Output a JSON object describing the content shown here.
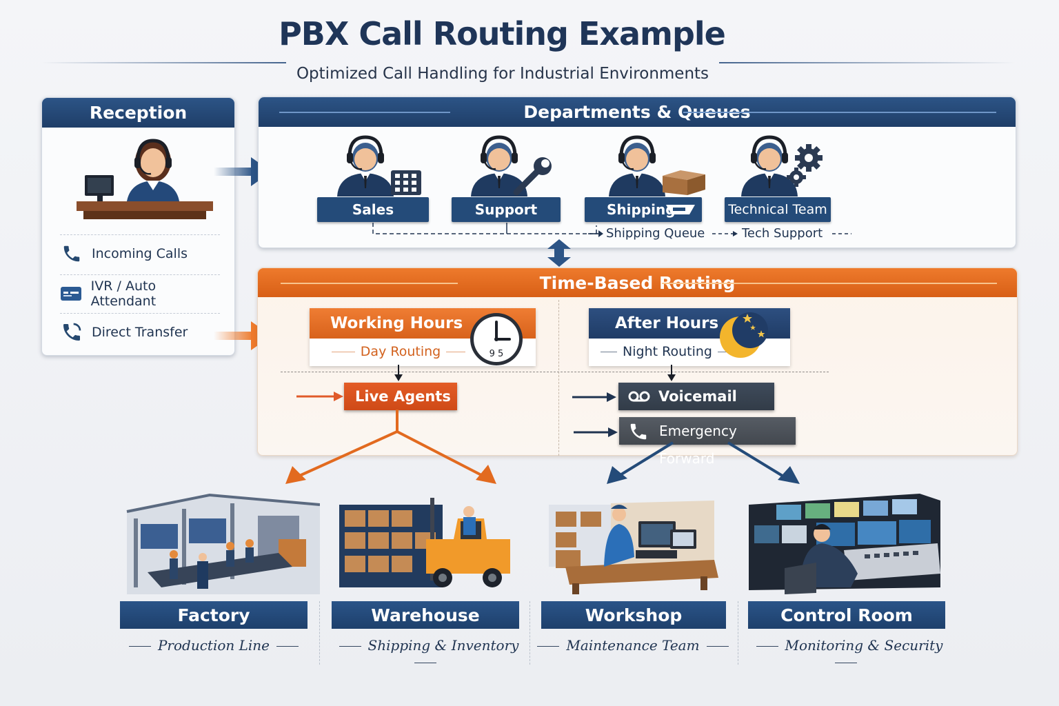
{
  "header": {
    "title": "PBX Call Routing Example",
    "subtitle": "Optimized Call Handling for Industrial Environments"
  },
  "reception": {
    "title": "Reception",
    "items": [
      {
        "label": "Incoming Calls",
        "icon": "phone-icon"
      },
      {
        "label": "IVR / Auto Attendant",
        "icon": "keypad-card-icon"
      },
      {
        "label": "Direct Transfer",
        "icon": "phone-transfer-icon"
      }
    ]
  },
  "departments": {
    "title": "Departments & Queues",
    "items": [
      {
        "label": "Sales",
        "icon": "keypad-icon"
      },
      {
        "label": "Support",
        "icon": "wrench-icon"
      },
      {
        "label": "Shipping",
        "icon": "box-icon"
      },
      {
        "label": "Technical Team",
        "icon": "gear-icon"
      }
    ],
    "queues": [
      "Shipping Queue",
      "Tech Support"
    ]
  },
  "time_routing": {
    "title": "Time-Based Routing",
    "working": {
      "label": "Working Hours",
      "sub": "Day Routing",
      "clock_text": "9 5",
      "icon": "clock-icon"
    },
    "after": {
      "label": "After Hours",
      "sub": "Night Routing",
      "icon": "moon-icon"
    },
    "day_actions": [
      "Live Agents"
    ],
    "night_actions": [
      {
        "label": "Voicemail",
        "icon": "voicemail-icon"
      },
      {
        "label": "Emergency Forward",
        "icon": "phone-icon"
      }
    ]
  },
  "locations": [
    {
      "title": "Factory",
      "sub": "Production Line"
    },
    {
      "title": "Warehouse",
      "sub": "Shipping & Inventory"
    },
    {
      "title": "Workshop",
      "sub": "Maintenance Team"
    },
    {
      "title": "Control Room",
      "sub": "Monitoring & Security"
    }
  ],
  "colors": {
    "navy": "#244b79",
    "orange": "#e26a1f",
    "dark": "#3b4552",
    "title": "#1f3558"
  }
}
